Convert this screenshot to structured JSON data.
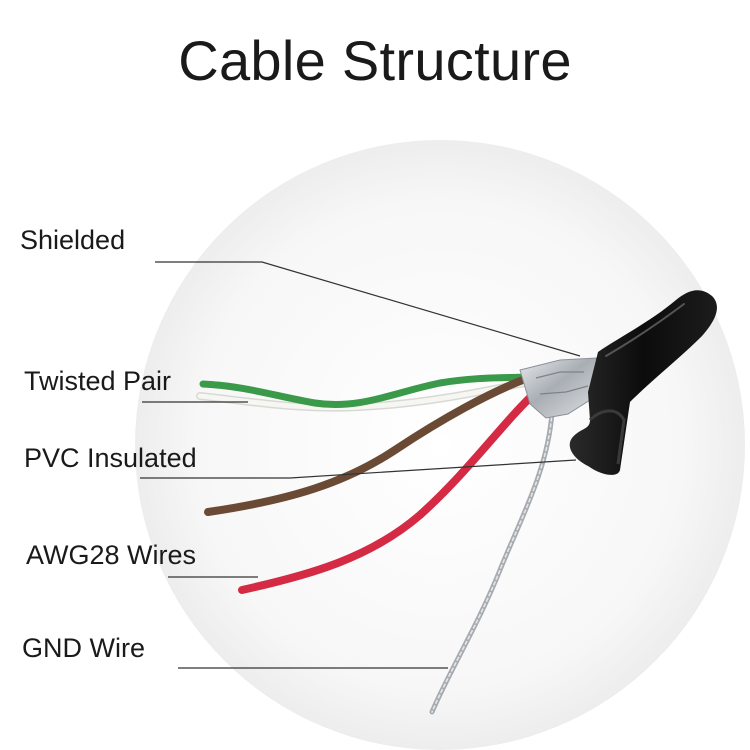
{
  "title": "Cable Structure",
  "callouts": [
    {
      "key": "shielded",
      "label": "Shielded"
    },
    {
      "key": "twisted_pair",
      "label": "Twisted Pair"
    },
    {
      "key": "pvc_insulated",
      "label": "PVC Insulated"
    },
    {
      "key": "awg28_wires",
      "label": "AWG28 Wires"
    },
    {
      "key": "gnd_wire",
      "label": "GND Wire"
    }
  ],
  "colors": {
    "jacket": "#111111",
    "green_wire": "#3a9a4a",
    "white_wire": "#f2f2ee",
    "brown_wire": "#6b4a35",
    "red_wire": "#d42a44",
    "foil": "#c9cdd2",
    "gnd_wire": "#b9bdc2",
    "leader_line": "#333333",
    "text": "#1a1a1a"
  }
}
